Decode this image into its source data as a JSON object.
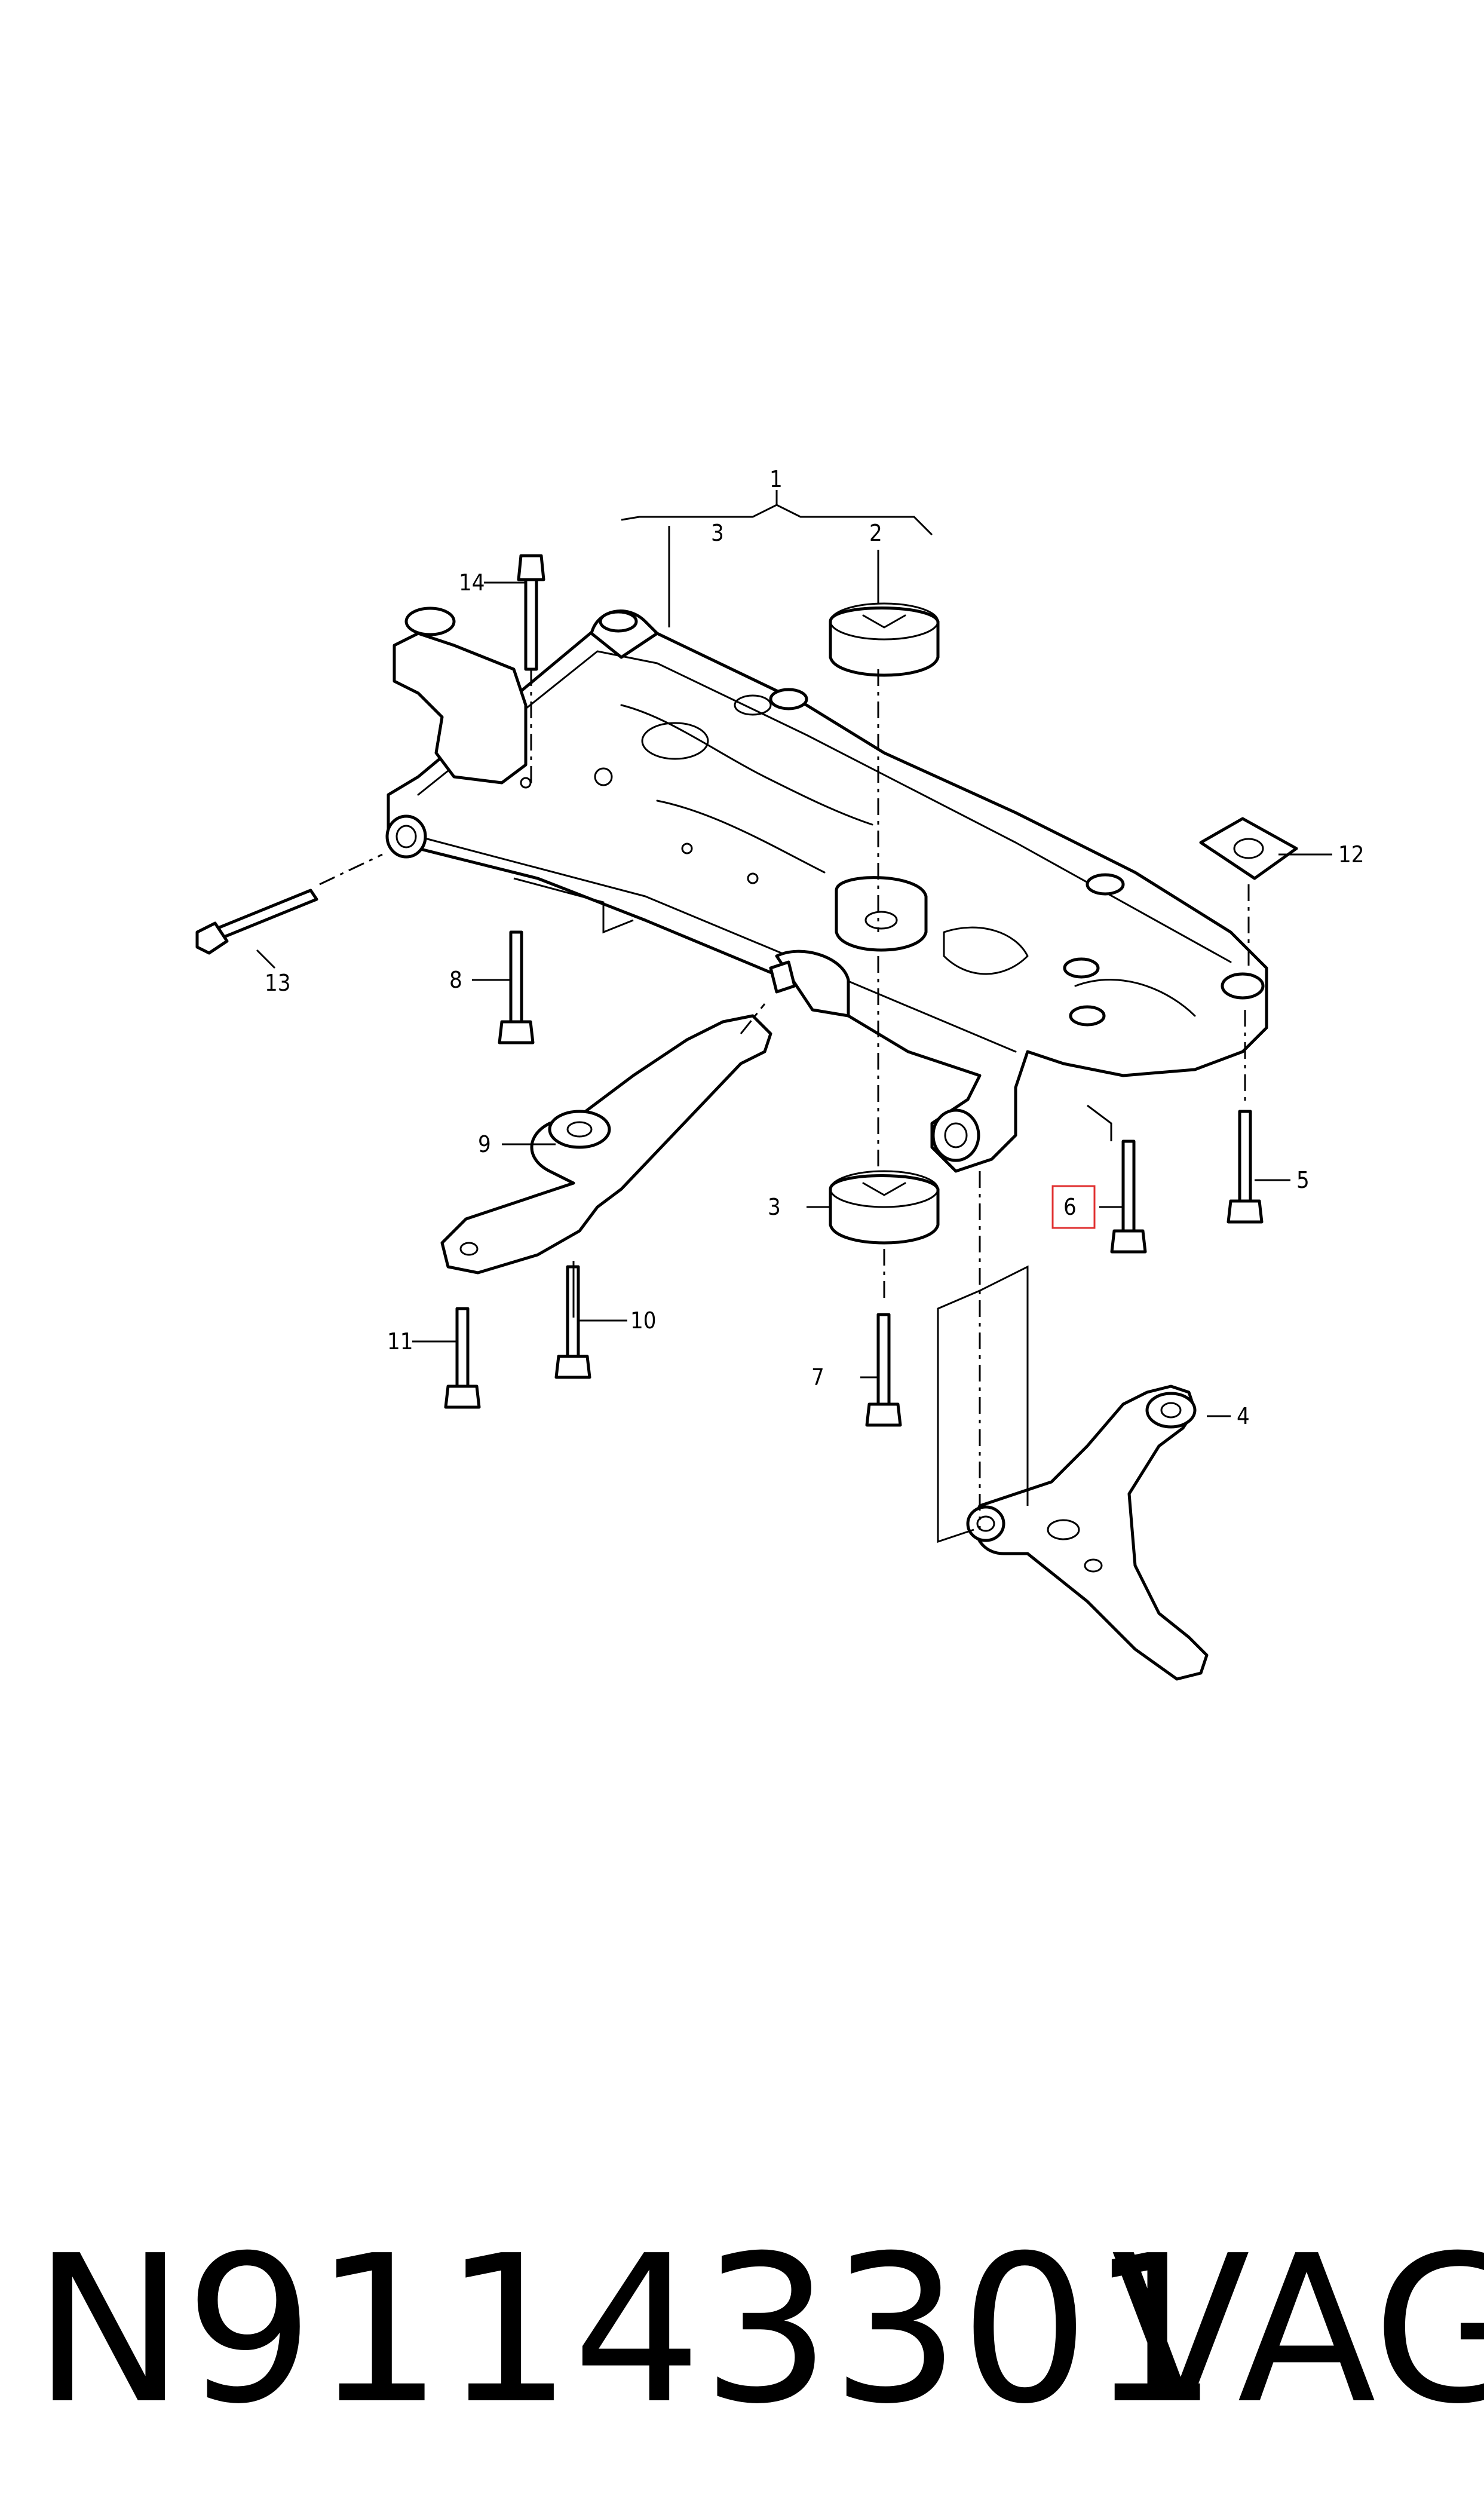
{
  "callouts": [
    {
      "id": "c1",
      "text": "1"
    },
    {
      "id": "c2",
      "text": "2"
    },
    {
      "id": "c3a",
      "text": "3"
    },
    {
      "id": "c3b",
      "text": "3"
    },
    {
      "id": "c4",
      "text": "4"
    },
    {
      "id": "c5",
      "text": "5"
    },
    {
      "id": "c6",
      "text": "6"
    },
    {
      "id": "c7",
      "text": "7"
    },
    {
      "id": "c8",
      "text": "8"
    },
    {
      "id": "c9",
      "text": "9"
    },
    {
      "id": "c10",
      "text": "10"
    },
    {
      "id": "c11",
      "text": "11"
    },
    {
      "id": "c12",
      "text": "12"
    },
    {
      "id": "c13",
      "text": "13"
    },
    {
      "id": "c14",
      "text": "14"
    }
  ],
  "highlighted_callout": "6",
  "highlight_color": "#e03030",
  "footer": {
    "part_number": "N91143301",
    "brand": "VAG"
  }
}
